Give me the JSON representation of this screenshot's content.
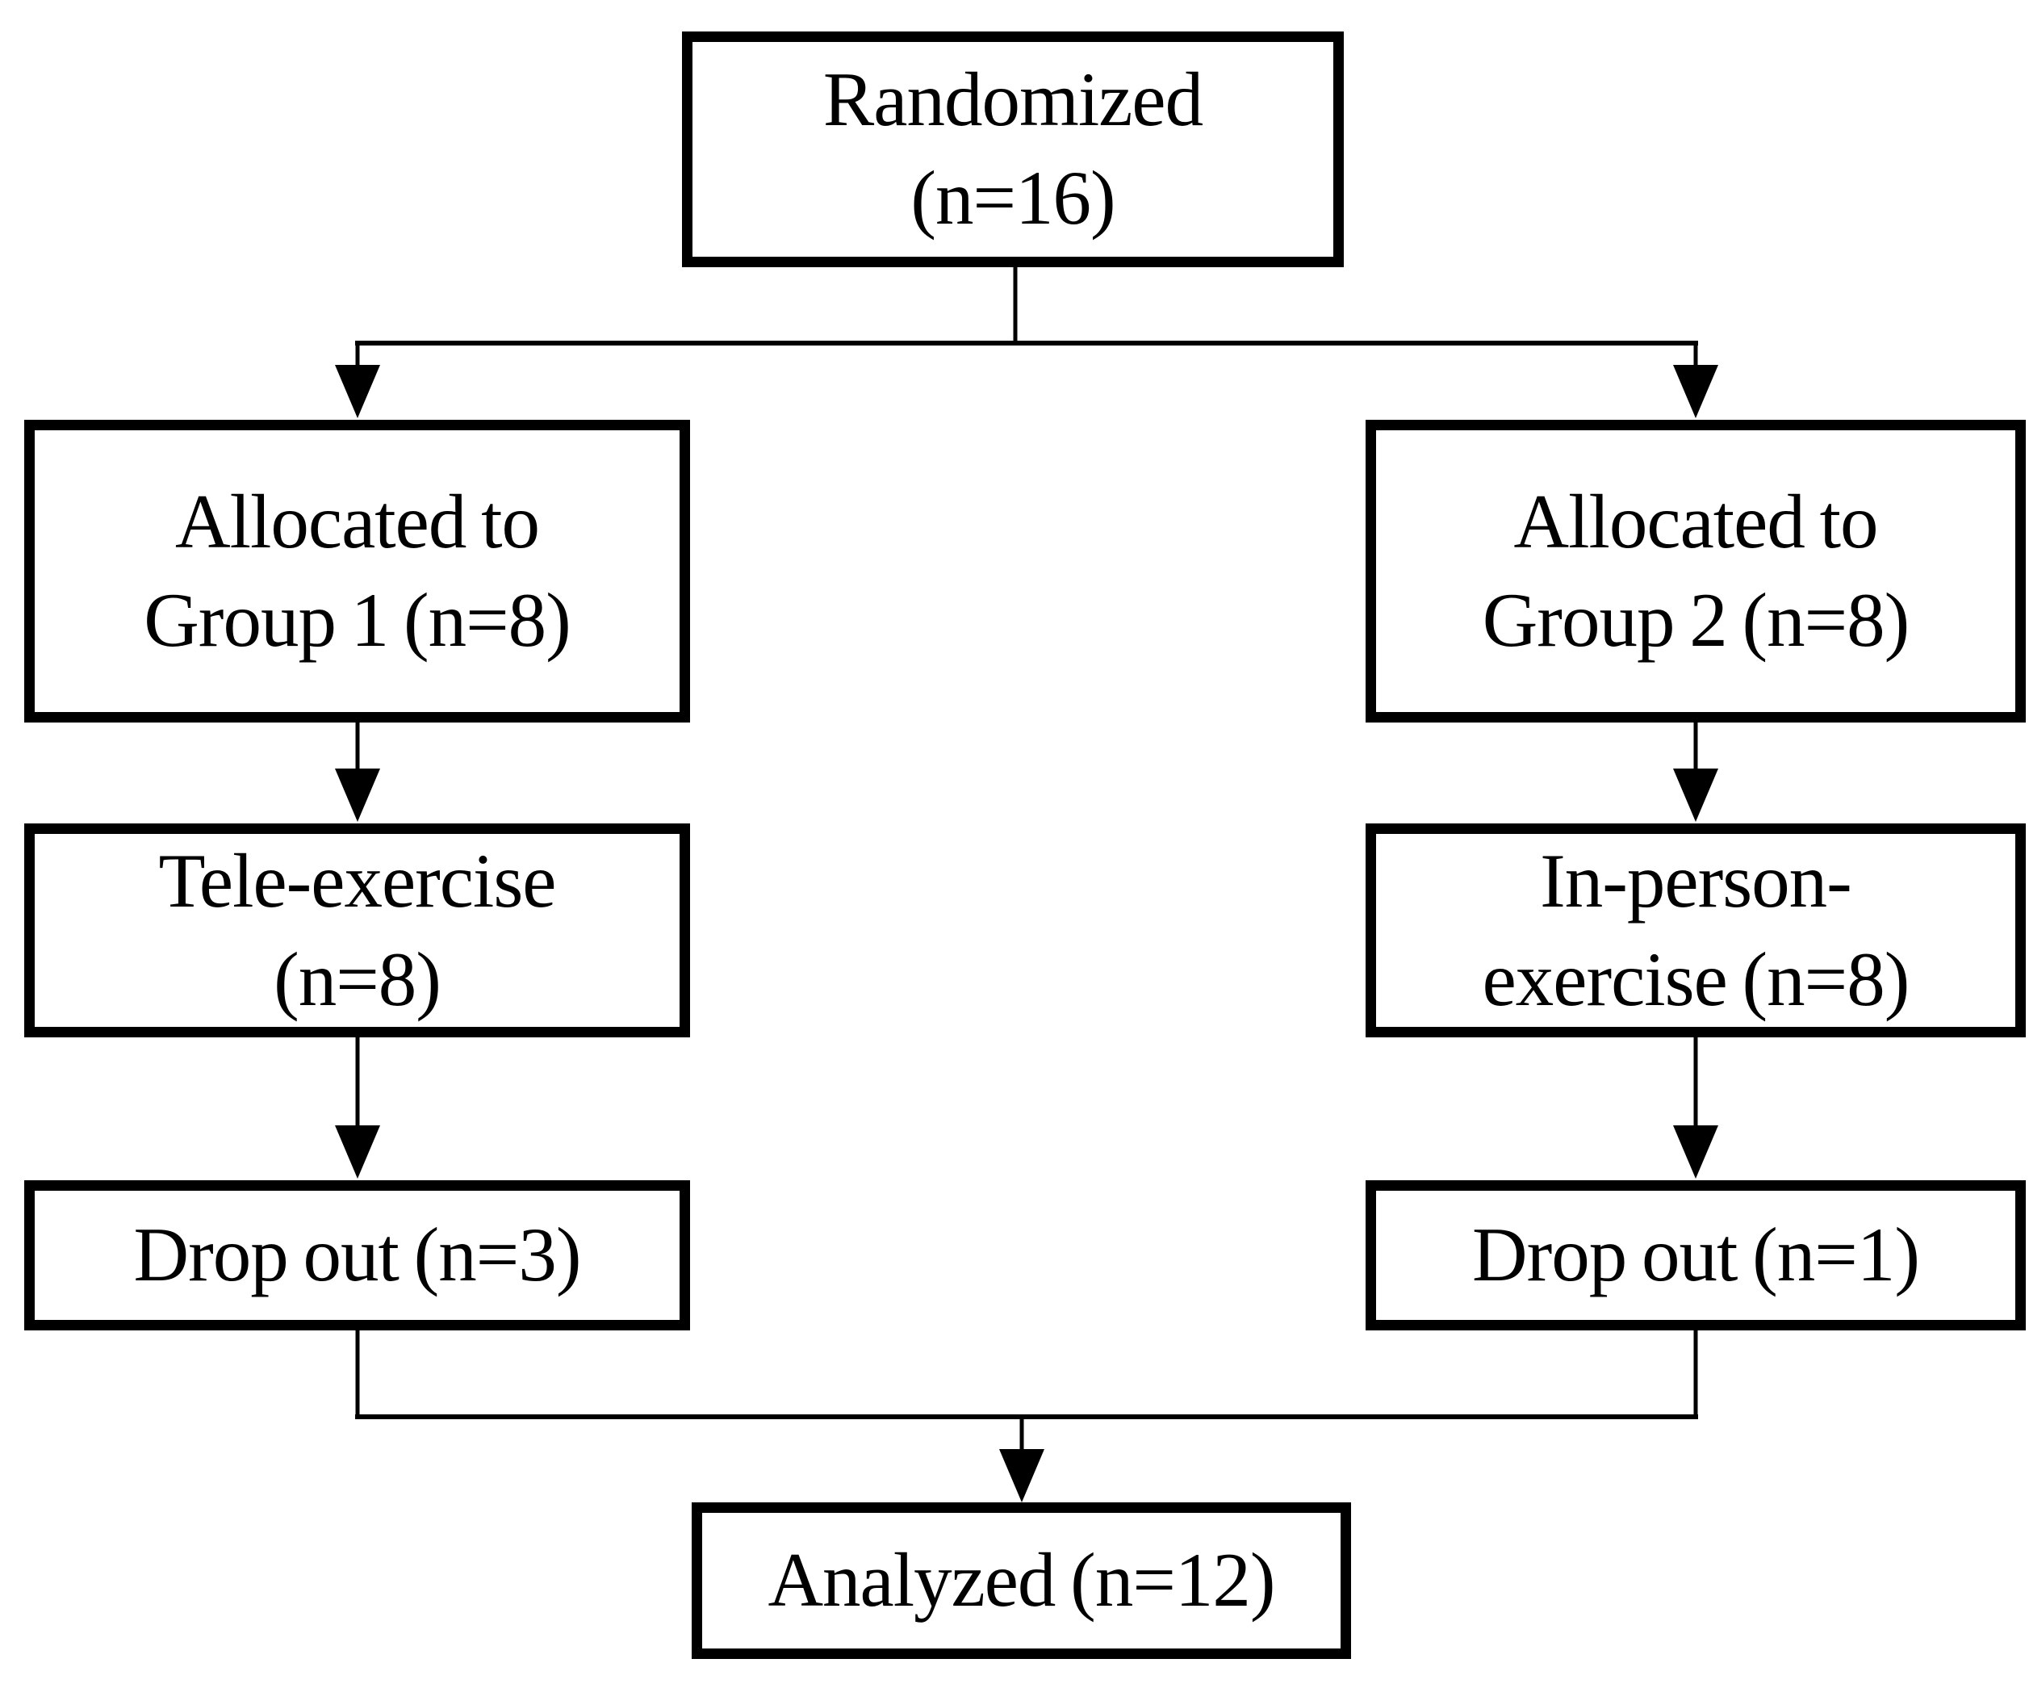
{
  "figure": {
    "type": "flow-diagram",
    "description": "Randomized trial participant flow chart",
    "colors": {
      "background": "#ffffff",
      "box_fill": "#ffffff",
      "box_border": "#000000",
      "line": "#000000",
      "text": "#000000"
    },
    "nodes": [
      {
        "id": "randomized",
        "lines": [
          "Randomized",
          "(n=16)"
        ]
      },
      {
        "id": "group1",
        "lines": [
          "Allocated to",
          "Group 1 (n=8)"
        ]
      },
      {
        "id": "group2",
        "lines": [
          "Allocated to",
          "Group 2 (n=8)"
        ]
      },
      {
        "id": "tele-exercise",
        "lines": [
          "Tele-exercise",
          "(n=8)"
        ]
      },
      {
        "id": "in-person-exercise",
        "lines": [
          "In-person-",
          "exercise (n=8)"
        ]
      },
      {
        "id": "dropout-group1",
        "lines": [
          "Drop out (n=3)"
        ]
      },
      {
        "id": "dropout-group2",
        "lines": [
          "Drop out (n=1)"
        ]
      },
      {
        "id": "analyzed",
        "lines": [
          "Analyzed (n=12)"
        ]
      }
    ],
    "edges": [
      {
        "from": "randomized",
        "to": "group1"
      },
      {
        "from": "randomized",
        "to": "group2"
      },
      {
        "from": "group1",
        "to": "tele-exercise"
      },
      {
        "from": "group2",
        "to": "in-person-exercise"
      },
      {
        "from": "tele-exercise",
        "to": "dropout-group1"
      },
      {
        "from": "in-person-exercise",
        "to": "dropout-group2"
      },
      {
        "from": "dropout-group1",
        "to": "analyzed"
      },
      {
        "from": "dropout-group2",
        "to": "analyzed"
      }
    ]
  }
}
